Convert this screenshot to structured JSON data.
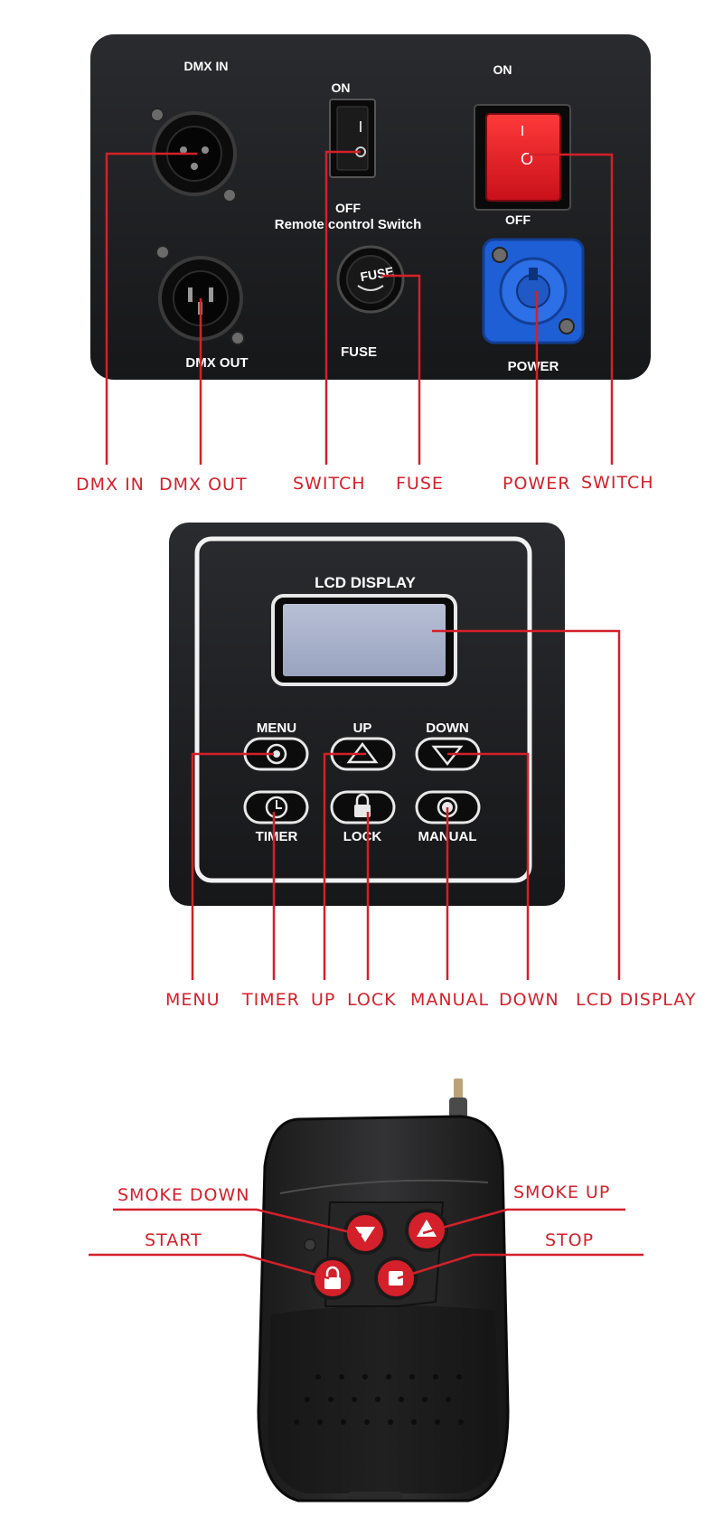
{
  "rear_panel": {
    "labels": {
      "dmx_in": "DMX IN",
      "dmx_out": "DMX OUT",
      "remote_on": "ON",
      "remote_off": "OFF",
      "remote_caption": "Remote control Switch",
      "fuse_cap": "FUSE",
      "fuse_label": "FUSE",
      "power_on": "ON",
      "power_off": "OFF",
      "power_label": "POWER",
      "rocker_on_mark": "I",
      "rocker_off_mark": "O"
    },
    "callouts": {
      "dmx_in": "DMX IN",
      "dmx_out": "DMX OUT",
      "switch": "SWITCH",
      "fuse": "FUSE",
      "power": "POWER",
      "power_switch": "SWITCH"
    }
  },
  "control_panel": {
    "labels": {
      "lcd": "LCD DISPLAY",
      "menu": "MENU",
      "up": "UP",
      "down": "DOWN",
      "timer": "TIMER",
      "lock": "LOCK",
      "manual": "MANUAL"
    },
    "callouts": {
      "menu": "MENU",
      "timer": "TIMER",
      "up": "UP",
      "lock": "LOCK",
      "manual": "MANUAL",
      "down": "DOWN",
      "lcd": "LCD DISPLAY"
    }
  },
  "remote": {
    "callouts": {
      "smoke_down": "SMOKE DOWN",
      "smoke_up": "SMOKE UP",
      "start": "START",
      "stop": "STOP"
    }
  },
  "colors": {
    "accent_red": "#d4202a",
    "panel_black": "#1d1e20",
    "power_blue": "#1f5fd6",
    "lcd_blue": "#a9b2cc"
  }
}
